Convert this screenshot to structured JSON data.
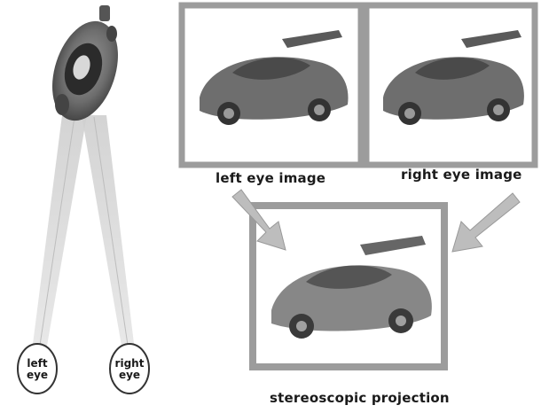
{
  "labels": {
    "left_eye_image": "left eye image",
    "right_eye_image": "right eye image",
    "stereoscopic_projection": "stereoscopic projection"
  },
  "eyes": {
    "left_line1": "left",
    "left_line2": "eye",
    "right_line1": "right",
    "right_line2": "eye"
  },
  "colors": {
    "frame": "#9c9c9c",
    "beam": "#d9d9d9",
    "car_body": "#6e6e6e",
    "arrow": "#bdbdbd"
  }
}
